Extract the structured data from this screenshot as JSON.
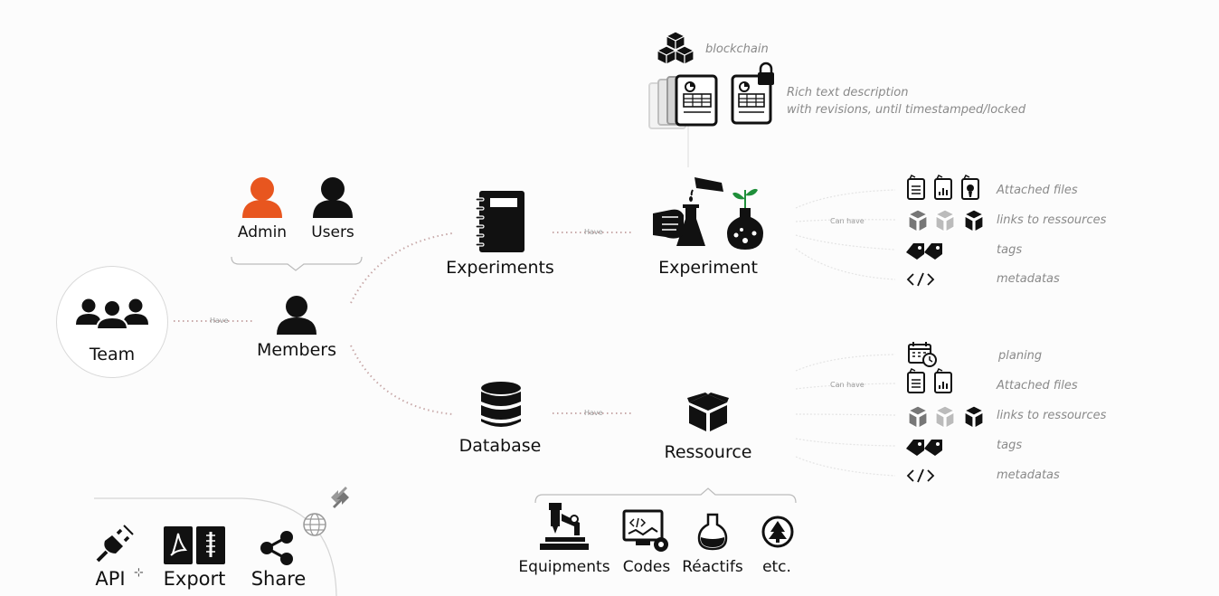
{
  "team": {
    "label": "Team"
  },
  "roles": {
    "admin": "Admin",
    "users": "Users"
  },
  "members": {
    "label": "Members"
  },
  "connectors": {
    "have": "Have",
    "can_have": "Can have"
  },
  "experiments": {
    "label": "Experiments"
  },
  "experiment": {
    "label": "Experiment",
    "blockchain": "blockchain",
    "rich_text_line1": "Rich text description",
    "rich_text_line2": "with revisions, until timestamped/locked",
    "features": [
      "Attached files",
      "links to ressources",
      "tags",
      "metadatas"
    ]
  },
  "database": {
    "label": "Database"
  },
  "ressource": {
    "label": "Ressource",
    "features": [
      "planing",
      "Attached files",
      "links to ressources",
      "tags",
      "metadatas"
    ],
    "types": [
      "Equipments",
      "Codes",
      "Réactifs",
      "etc."
    ]
  },
  "tools": {
    "api": "API",
    "export": "Export",
    "share": "Share"
  },
  "colors": {
    "admin": "#e8561f",
    "icon": "#111111",
    "muted": "#8a8a8a",
    "line": "#c9a9a9"
  }
}
